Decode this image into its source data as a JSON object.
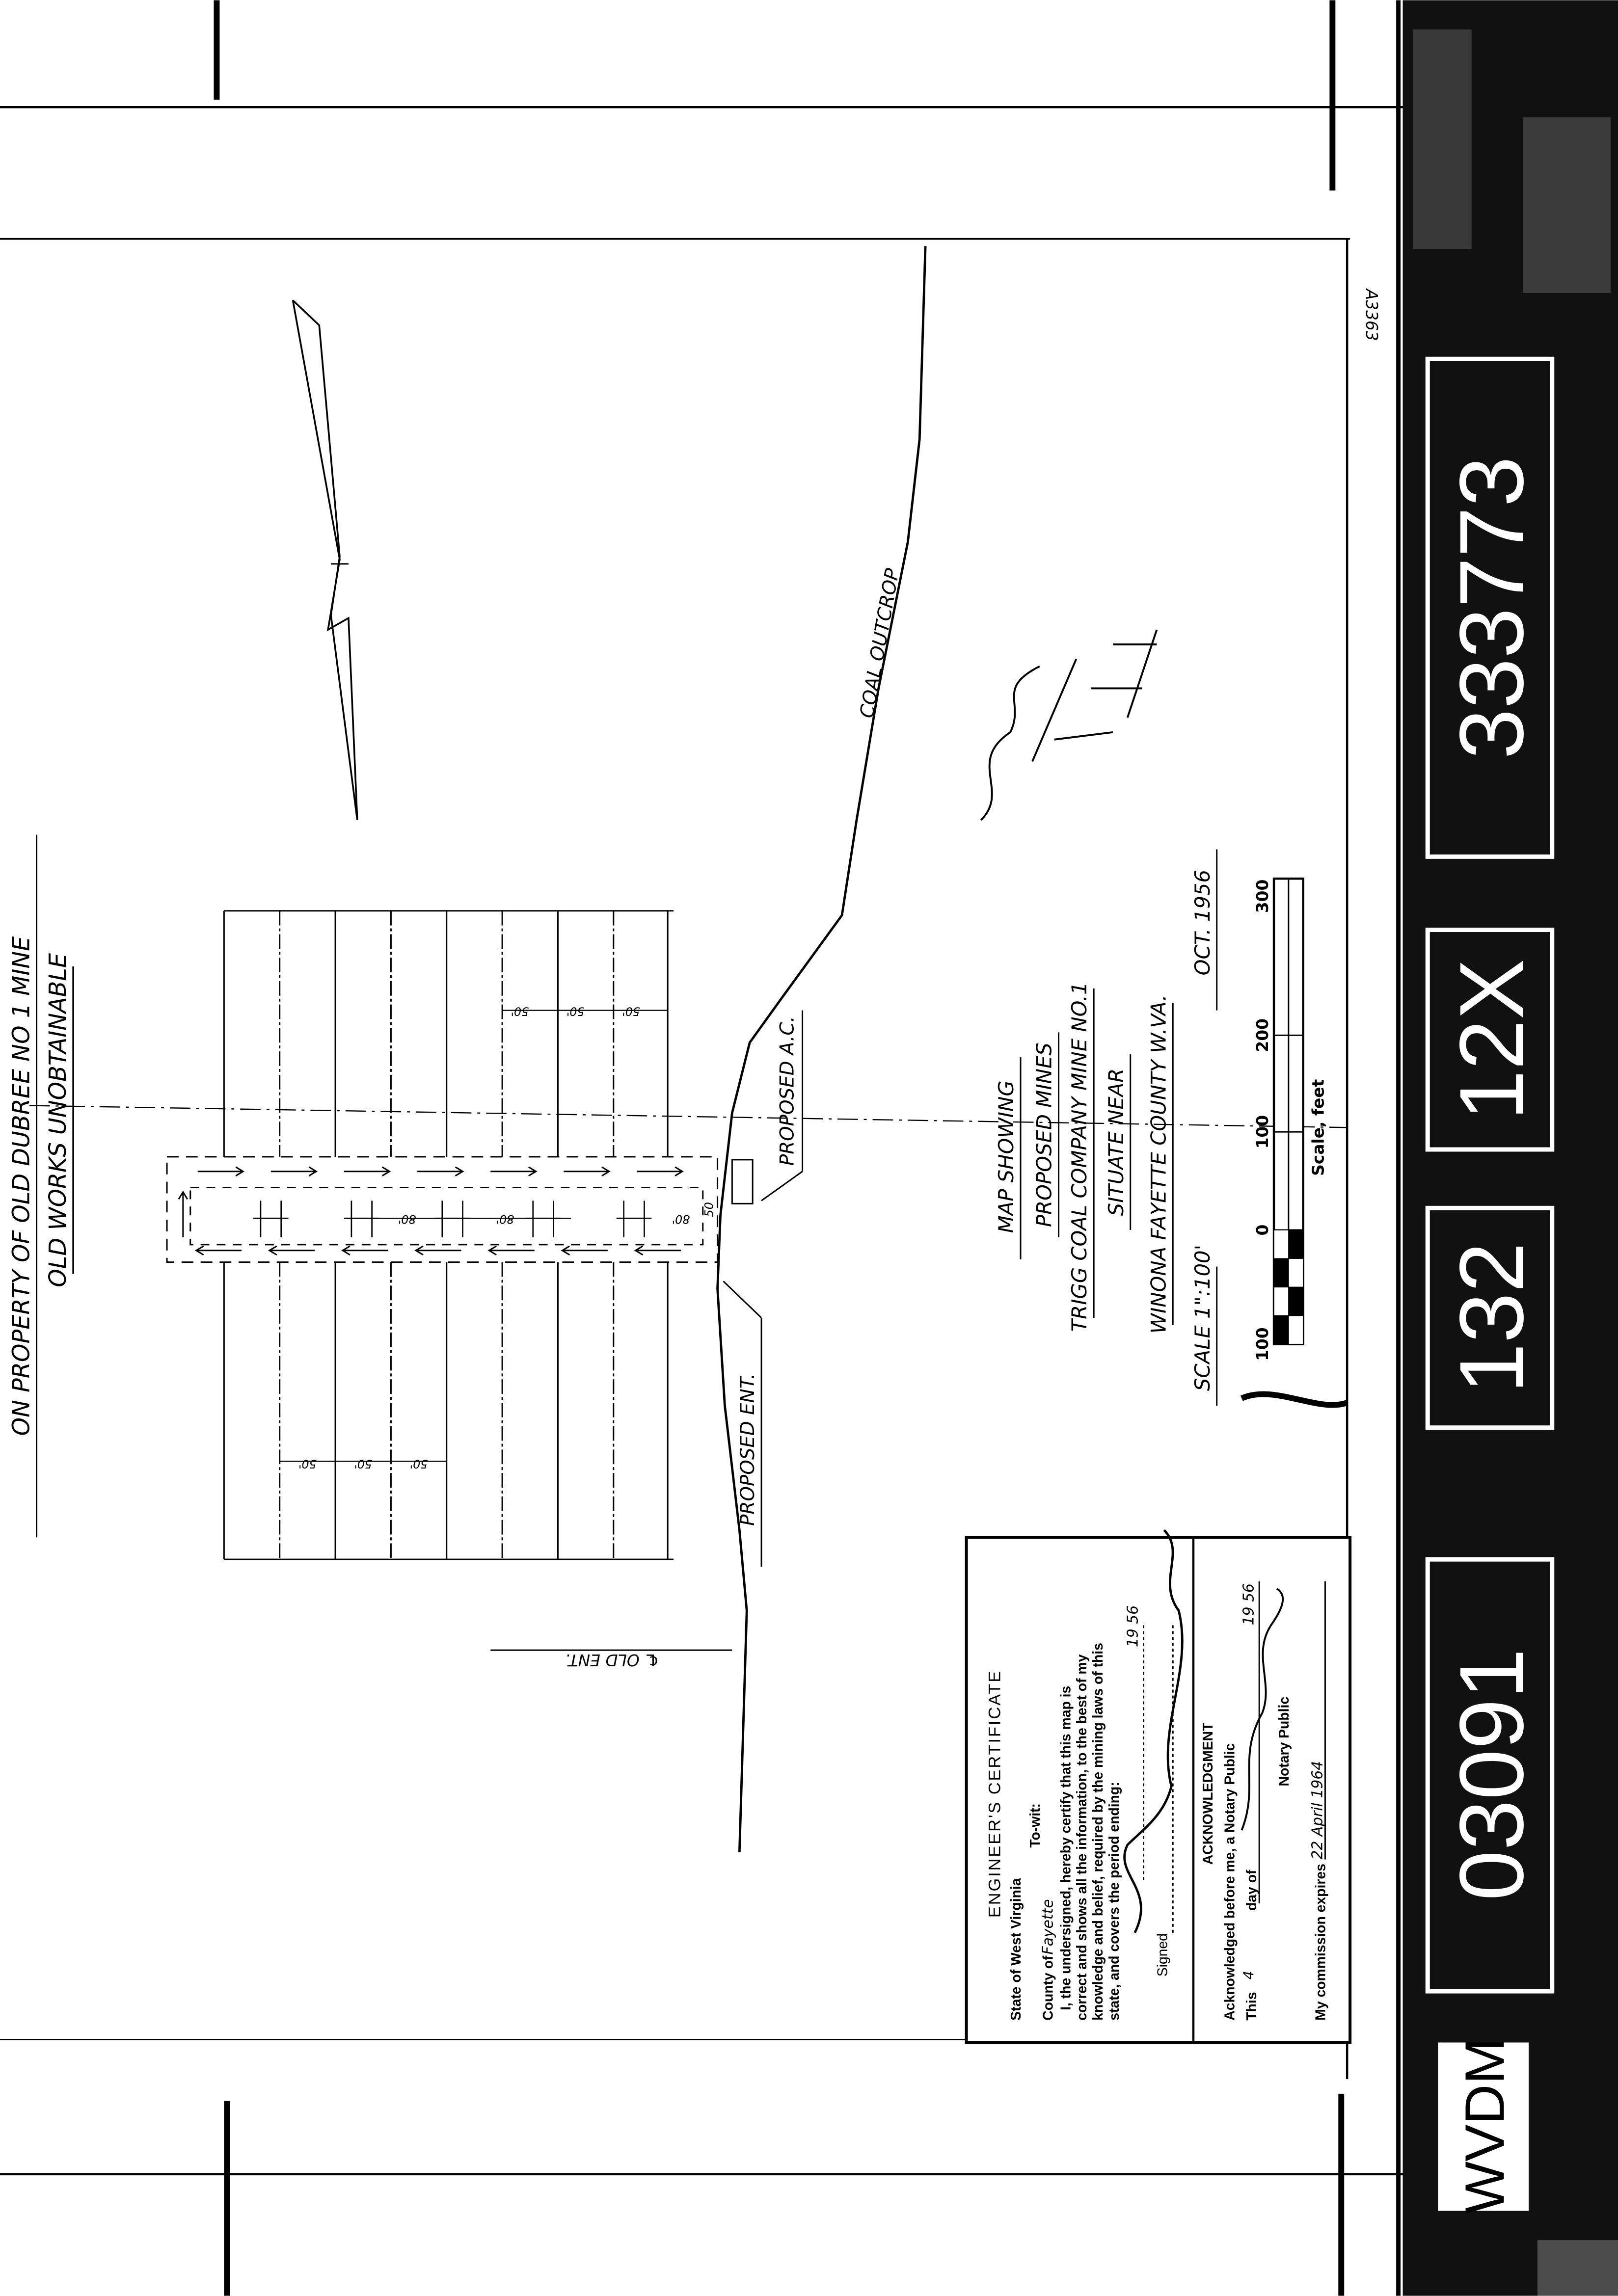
{
  "document_id": "A3363",
  "notes": {
    "property": "ON PROPERTY OF OLD DUBREE NO 1 MINE",
    "old_works": "OLD WORKS UNOBTAINABLE"
  },
  "map_labels": {
    "coal_outcrop": "COAL OUTCROP",
    "proposed_ac": "PROPOSED A.C.",
    "proposed_ent": "PROPOSED ENT.",
    "old_ent": "℄ OLD ENT."
  },
  "dimensions": {
    "upper_rooms": [
      "50'",
      "50'",
      "50'"
    ],
    "lower_rooms": [
      "50'",
      "50'",
      "50'"
    ],
    "entry_pillars": [
      "80'",
      "80'",
      "80'"
    ],
    "entry_width": "50"
  },
  "title_block": {
    "line1": "MAP SHOWING",
    "line2": "PROPOSED MINES",
    "line3": "TRIGG COAL COMPANY MINE NO.1",
    "line4": "SITUATE NEAR",
    "line5": "WINONA FAYETTE COUNTY W.VA.",
    "scale": "SCALE 1\":100'",
    "date": "OCT. 1956"
  },
  "scale_bar": {
    "ticks": [
      "100",
      "0",
      "100",
      "200",
      "300"
    ],
    "label": "Scale, feet"
  },
  "certificate": {
    "title": "ENGINEER'S CERTIFICATE",
    "state": "State of West Virginia",
    "county_prefix": "County of",
    "county_value": "Fayette",
    "to_wit": "To-wit:",
    "body1": "I, the undersigned, hereby certify that this map is",
    "body2": "correct and shows all the information, to the best of my",
    "body3": "knowledge and belief, required by the mining laws of this",
    "body4": "state, and covers the period ending:",
    "period_year": "19 56",
    "signed": "Signed",
    "ack_title": "ACKNOWLEDGMENT",
    "ack_body": "Acknowledged before me, a Notary Public",
    "this": "This",
    "day_value": "4",
    "day_of": "day of",
    "year": "19 56",
    "notary": "Notary Public",
    "commission": "My commission expires",
    "commission_value": "22 April 1964"
  },
  "film_strip": {
    "archive": "WVDM",
    "roll": "03091",
    "frame": "132",
    "reduction": "12X",
    "serial": "333773"
  }
}
